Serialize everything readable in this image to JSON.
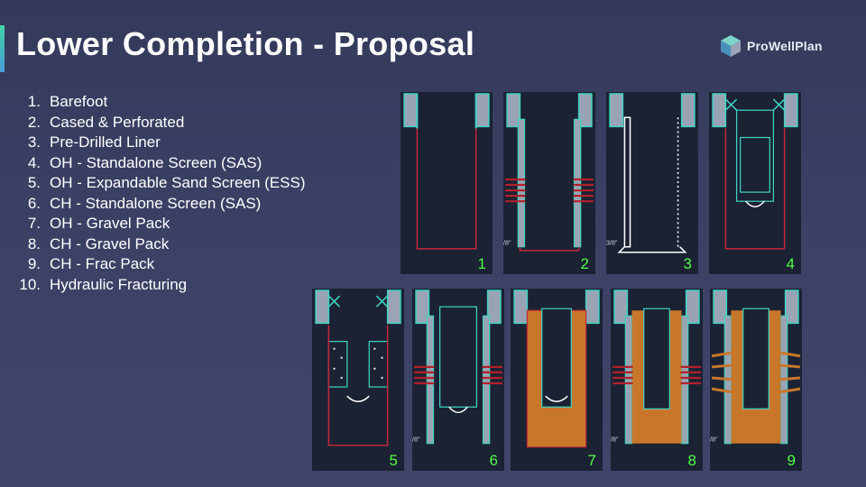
{
  "slide": {
    "title": "Lower Completion - Proposal",
    "brand": "ProWellPlan"
  },
  "options": [
    {
      "num": "1.",
      "label": "Barefoot"
    },
    {
      "num": "2.",
      "label": "Cased & Perforated"
    },
    {
      "num": "3.",
      "label": "Pre-Drilled Liner"
    },
    {
      "num": "4.",
      "label": "OH - Standalone Screen (SAS)"
    },
    {
      "num": "5.",
      "label": "OH - Expandable Sand Screen (ESS)"
    },
    {
      "num": "6.",
      "label": "CH - Standalone Screen (SAS)"
    },
    {
      "num": "7.",
      "label": "OH - Gravel Pack"
    },
    {
      "num": "8.",
      "label": "CH - Gravel Pack"
    },
    {
      "num": "9.",
      "label": "CH - Frac Pack"
    },
    {
      "num": "10.",
      "label": "Hydraulic Fracturing"
    }
  ],
  "diagrams": [
    {
      "number": "1",
      "casing_tag": ""
    },
    {
      "number": "2",
      "casing_tag": "/8\""
    },
    {
      "number": "3",
      "casing_tag": "3/8\""
    },
    {
      "number": "4",
      "casing_tag": ""
    },
    {
      "number": "5",
      "casing_tag": ""
    },
    {
      "number": "6",
      "casing_tag": "/8\""
    },
    {
      "number": "7",
      "casing_tag": ""
    },
    {
      "number": "8",
      "casing_tag": "/8\""
    },
    {
      "number": "9",
      "casing_tag": "/8\""
    }
  ],
  "colors": {
    "number_label": "#4dff43",
    "casing": "#3fd3c2",
    "hole_outline": "#c0283a",
    "perforation": "#b32029",
    "gravel": "#c8772a",
    "panel_bg": "#1b2233"
  }
}
